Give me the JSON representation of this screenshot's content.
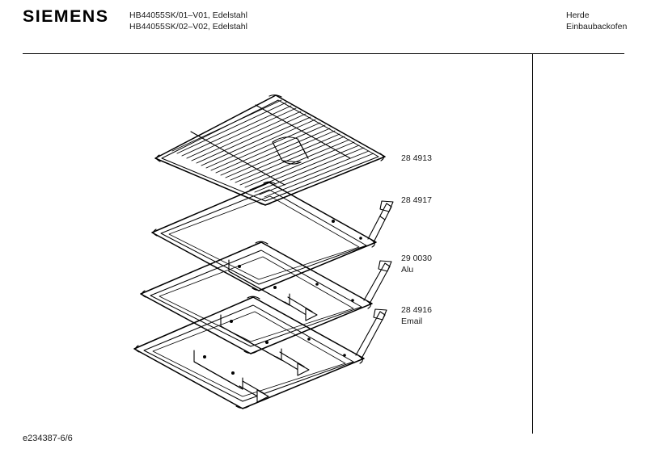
{
  "header": {
    "brand": "SIEMENS",
    "models": [
      "HB44055SK/01–V01, Edelstahl",
      "HB44055SK/02–V02, Edelstahl"
    ],
    "category": [
      "Herde",
      "Einbaubackofen"
    ]
  },
  "footer": {
    "document_code": "e234387-6/6"
  },
  "parts": [
    {
      "part_number": "28 4913",
      "material": "",
      "type": "wire-grill-rack"
    },
    {
      "part_number": "28 4917",
      "material": "",
      "type": "shallow-baking-tray"
    },
    {
      "part_number": "29 0030",
      "material": "Alu",
      "type": "rimmed-tray"
    },
    {
      "part_number": "28 4916",
      "material": "Email",
      "type": "rimmed-tray-deep"
    }
  ],
  "colors": {
    "line": "#000000",
    "text": "#1a1a1a",
    "background": "#ffffff"
  }
}
